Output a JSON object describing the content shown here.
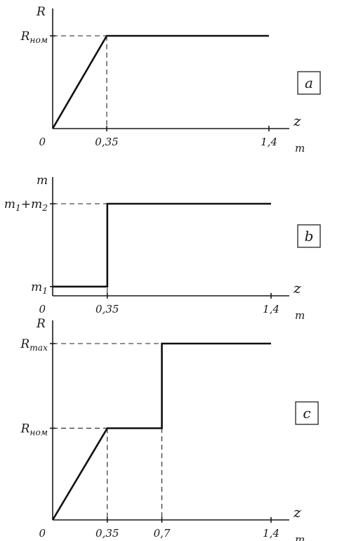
{
  "chart_data": [
    {
      "type": "line",
      "panel": "a",
      "ylabel": "R",
      "xlabel": "z",
      "xunit": "m",
      "origin_label": "0",
      "xlim": [
        0,
        1.4
      ],
      "ylim": [
        0,
        1
      ],
      "xticks": [
        {
          "value": 0.35,
          "label": "0,35"
        },
        {
          "value": 1.4,
          "label": "1,4"
        }
      ],
      "yticks": [
        {
          "value": 1,
          "label": "R",
          "sub": "ном"
        }
      ],
      "series": [
        {
          "x": [
            0,
            0.35,
            1.4
          ],
          "y": [
            0,
            1,
            1
          ]
        }
      ],
      "guides": [
        {
          "x": 0.35,
          "y": 1
        }
      ]
    },
    {
      "type": "line",
      "panel": "b",
      "ylabel": "m",
      "xlabel": "z",
      "xunit": "m",
      "origin_label": "0",
      "xlim": [
        0,
        1.4
      ],
      "ylim": [
        0,
        1
      ],
      "xticks": [
        {
          "value": 0.35,
          "label": "0,35"
        },
        {
          "value": 1.4,
          "label": "1,4"
        }
      ],
      "yticks": [
        {
          "value": 0.1,
          "label": "m",
          "sub": "1"
        },
        {
          "value": 1,
          "label": "m",
          "sub": "1",
          "label2": "+m",
          "sub2": "2"
        }
      ],
      "series": [
        {
          "x": [
            0,
            0.35,
            0.35,
            1.4
          ],
          "y": [
            0.1,
            0.1,
            1,
            1
          ]
        }
      ],
      "guides": [
        {
          "x": 0.35,
          "y": 1
        }
      ]
    },
    {
      "type": "line",
      "panel": "c",
      "ylabel": "R",
      "xlabel": "z",
      "xunit": "m",
      "origin_label": "0",
      "xlim": [
        0,
        1.4
      ],
      "ylim": [
        0,
        1
      ],
      "xticks": [
        {
          "value": 0.35,
          "label": "0,35"
        },
        {
          "value": 0.7,
          "label": "0,7"
        },
        {
          "value": 1.4,
          "label": "1,4"
        }
      ],
      "yticks": [
        {
          "value": 0.52,
          "label": "R",
          "sub": "ном"
        },
        {
          "value": 1,
          "label": "R",
          "sub": "max"
        }
      ],
      "series": [
        {
          "x": [
            0,
            0.35,
            0.7,
            0.7,
            1.4
          ],
          "y": [
            0,
            0.52,
            0.52,
            1,
            1
          ]
        }
      ],
      "guides": [
        {
          "x": 0.35,
          "y": 0.52
        },
        {
          "x": 0.7,
          "y": 1
        }
      ]
    }
  ]
}
